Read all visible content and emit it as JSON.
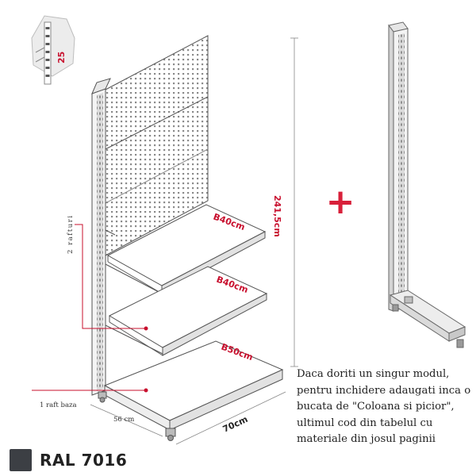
{
  "badge": {
    "number": "25"
  },
  "shelves": [
    {
      "label": "B40cm"
    },
    {
      "label": "B40cm"
    },
    {
      "label": "B50cm"
    }
  ],
  "dimensions": {
    "height": "241,5cm",
    "depth_base": "56 cm",
    "width": "70cm"
  },
  "callouts": {
    "shelves_count": "2 rafturi",
    "base_shelf": "1 raft baza"
  },
  "note_lines": [
    "Daca doriti un singur modul,",
    "pentru inchidere adaugati inca o",
    "bucata de \"Coloana si picior\",",
    "ultimul cod din tabelul cu",
    "materiale din josul paginii"
  ],
  "plus_symbol": "+",
  "ral": {
    "label": "RAL 7016",
    "color": "#3c3f44"
  },
  "colors": {
    "accent": "#c8102e",
    "outline": "#555555"
  }
}
